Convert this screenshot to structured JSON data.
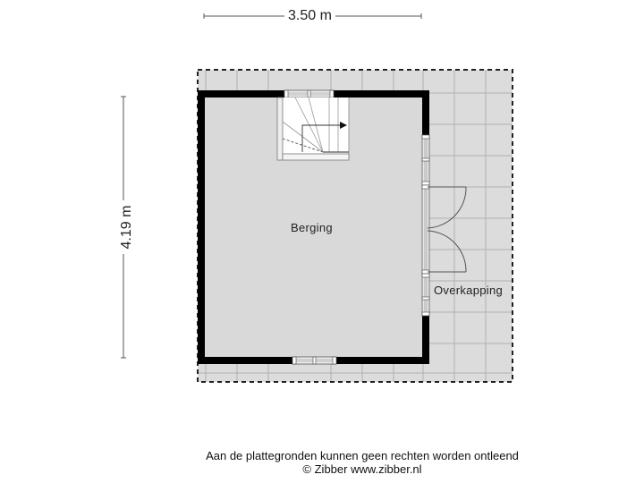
{
  "dimensions": {
    "width": {
      "label": "3.50 m"
    },
    "height": {
      "label": "4.19 m"
    }
  },
  "rooms": [
    {
      "name": "Berging"
    },
    {
      "name": "Overkapping"
    }
  ],
  "footer": {
    "disclaimer": "Aan de plattegronden kunnen geen rechten worden ontleend",
    "copyright": "© Zibber www.zibber.nl"
  },
  "colors": {
    "wall": "#000000",
    "floor": "#dcdcdc",
    "tile_line": "#b4b4b4",
    "dimension_line": "#555555",
    "background": "#ffffff"
  }
}
